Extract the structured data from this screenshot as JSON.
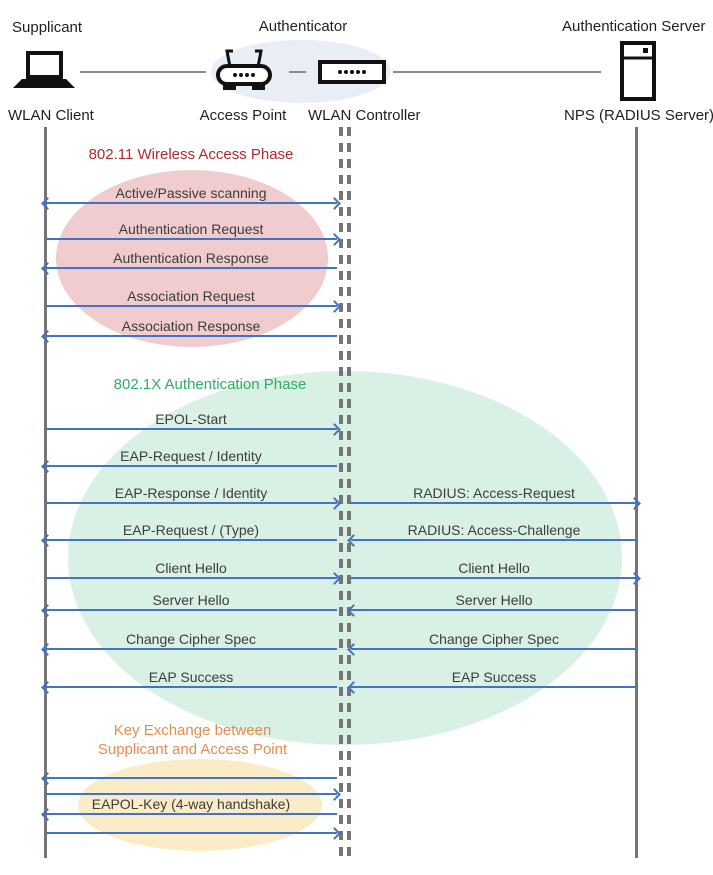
{
  "actors": {
    "supplicant": {
      "role": "Supplicant",
      "name": "WLAN Client"
    },
    "authenticator": {
      "role": "Authenticator",
      "ap_name": "Access Point",
      "controller_name": "WLAN Controller"
    },
    "auth_server": {
      "role": "Authentication Server",
      "name": "NPS (RADIUS Server)"
    }
  },
  "phases": [
    {
      "id": "wireless-access",
      "title": "802.11 Wireless Access Phase",
      "title_color": "#B12A31",
      "fill": "#F0CCCE"
    },
    {
      "id": "dot1x-auth",
      "title": "802.1X Authentication Phase",
      "title_color": "#2EAD63",
      "fill": "#D9F1E5"
    },
    {
      "id": "key-exchange",
      "title_line1": "Key Exchange between",
      "title_line2": "Supplicant and Access Point",
      "title_color": "#E68C50",
      "fill": "#FBECC8"
    }
  ],
  "messages": [
    {
      "label": "Active/Passive scanning",
      "segment": "client-controller",
      "direction": "both"
    },
    {
      "label": "Authentication Request",
      "segment": "client-controller",
      "direction": "right"
    },
    {
      "label": "Authentication Response",
      "segment": "client-controller",
      "direction": "left"
    },
    {
      "label": "Association Request",
      "segment": "client-controller",
      "direction": "right"
    },
    {
      "label": "Association Response",
      "segment": "client-controller",
      "direction": "left"
    },
    {
      "label": "EPOL-Start",
      "segment": "client-controller",
      "direction": "right"
    },
    {
      "label": "EAP-Request / Identity",
      "segment": "client-controller",
      "direction": "left"
    },
    {
      "label": "EAP-Response / Identity",
      "segment": "client-controller",
      "direction": "right"
    },
    {
      "label": "RADIUS: Access-Request",
      "segment": "controller-server",
      "direction": "right"
    },
    {
      "label": "EAP-Request / (Type)",
      "segment": "client-controller",
      "direction": "left"
    },
    {
      "label": "RADIUS: Access-Challenge",
      "segment": "controller-server",
      "direction": "left"
    },
    {
      "label": "Client Hello",
      "segment": "client-controller",
      "direction": "right"
    },
    {
      "label": "Client Hello",
      "segment": "controller-server",
      "direction": "right"
    },
    {
      "label": "Server Hello",
      "segment": "client-controller",
      "direction": "left"
    },
    {
      "label": "Server Hello",
      "segment": "controller-server",
      "direction": "left"
    },
    {
      "label": "Change Cipher Spec",
      "segment": "client-controller",
      "direction": "left"
    },
    {
      "label": "Change Cipher Spec",
      "segment": "controller-server",
      "direction": "left"
    },
    {
      "label": "EAP Success",
      "segment": "client-controller",
      "direction": "left"
    },
    {
      "label": "EAP Success",
      "segment": "controller-server",
      "direction": "left"
    },
    {
      "label": "",
      "segment": "client-controller",
      "direction": "left"
    },
    {
      "label": "",
      "segment": "client-controller",
      "direction": "right"
    },
    {
      "label": "EAPOL-Key (4-way handshake)",
      "segment": "client-controller",
      "direction": "left"
    },
    {
      "label": "",
      "segment": "client-controller",
      "direction": "right"
    }
  ],
  "colors": {
    "arrow": "#4472C4",
    "lifeline": "#757575",
    "message_text": "#3C3C3C",
    "authenticator_halo": "#E9EDF6"
  }
}
